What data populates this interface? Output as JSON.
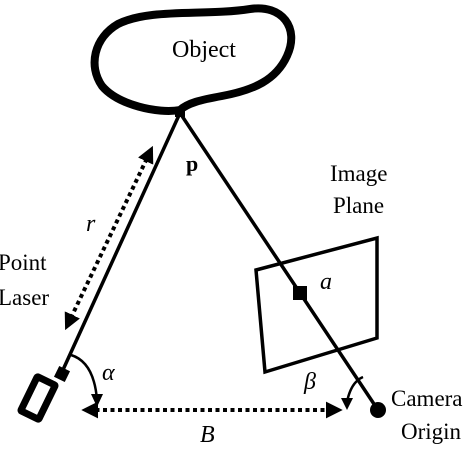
{
  "labels": {
    "object": "Object",
    "point": "p",
    "image_plane_line1": "Image",
    "image_plane_line2": "Plane",
    "image_point": "a",
    "range": "r",
    "laser_line1": "Point",
    "laser_line2": "Laser",
    "alpha": "α",
    "beta": "β",
    "baseline": "B",
    "camera_line1": "Camera",
    "camera_line2": "Origin"
  },
  "colors": {
    "ink": "#000000",
    "background": "#ffffff"
  }
}
